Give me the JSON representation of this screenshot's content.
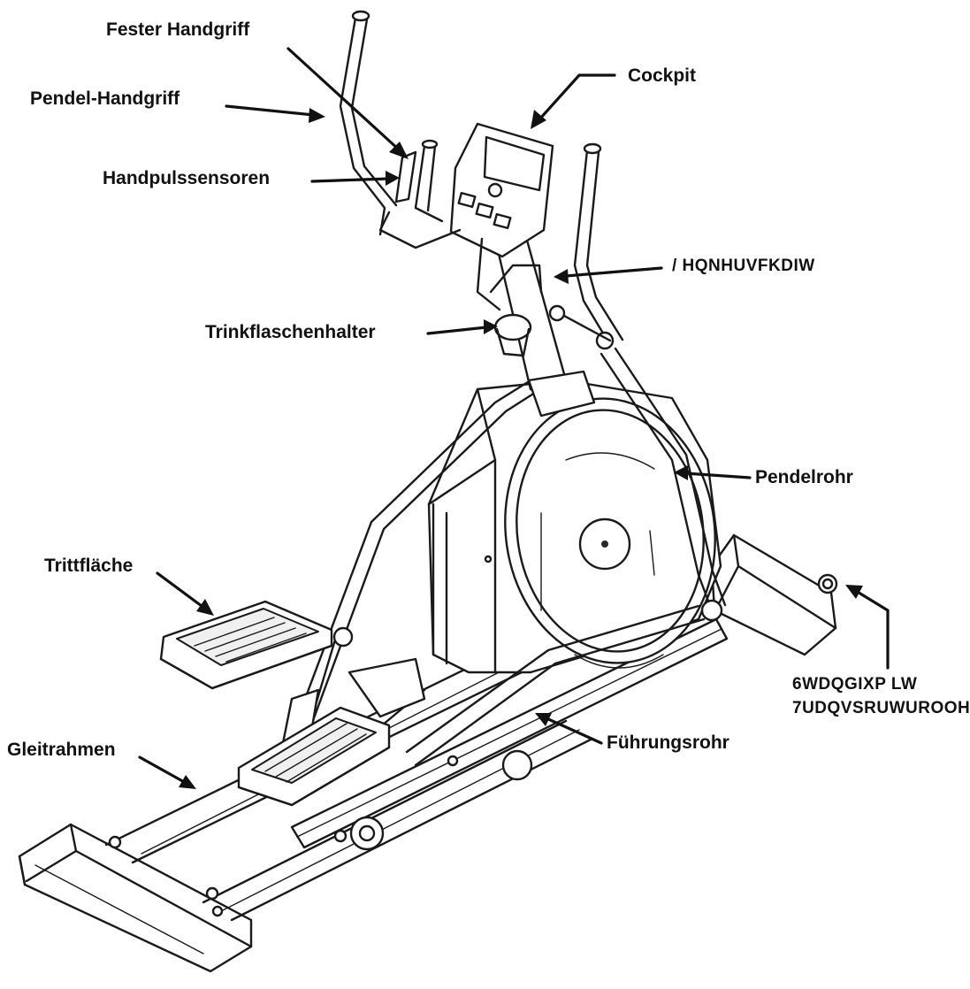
{
  "labels": {
    "fester_handgriff": "Fester Handgriff",
    "pendel_handgriff": "Pendel-Handgriff",
    "handpulssensoren": "Handpulssensoren",
    "cockpit": "Cockpit",
    "lenkerschaft": "/ HQNHUVFKDIW",
    "trinkflaschenhalter": "Trinkflaschenhalter",
    "pendelrohr": "Pendelrohr",
    "trittflaeche": "Trittfläche",
    "standfuss_line1": "6WDQGIXP LW",
    "standfuss_line2": "7UDQVSRUWUROOH",
    "gleitrahmen": "Gleitrahmen",
    "fuehrungsrohr": "Führungsrohr"
  }
}
